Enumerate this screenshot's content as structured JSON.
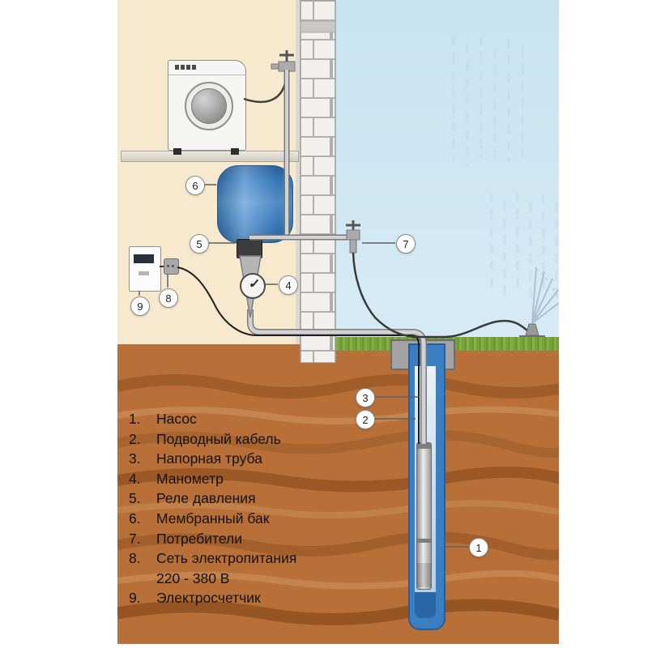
{
  "legend": {
    "items": [
      {
        "num": "1.",
        "label": "Насос"
      },
      {
        "num": "2.",
        "label": "Подводный кабель"
      },
      {
        "num": "3.",
        "label": "Напорная труба"
      },
      {
        "num": "4.",
        "label": "Манометр"
      },
      {
        "num": "5.",
        "label": "Реле давления"
      },
      {
        "num": "6.",
        "label": "Мембранный бак"
      },
      {
        "num": "7.",
        "label": "Потребители"
      },
      {
        "num": "8.",
        "label": "Сеть электропитания",
        "label2": "220 - 380 В"
      },
      {
        "num": "9.",
        "label": "Электросчетчик"
      }
    ]
  },
  "callouts": [
    "1",
    "2",
    "3",
    "4",
    "5",
    "6",
    "7",
    "8",
    "9"
  ],
  "colors": {
    "sky": "#cfe7f2",
    "interior": "#f7e9cd",
    "ground": "#b87038",
    "grass": "#76a23a",
    "tank_blue": "#3d83c9",
    "casing_blue": "#3c7ec2",
    "brick": "#f1f0ec"
  }
}
